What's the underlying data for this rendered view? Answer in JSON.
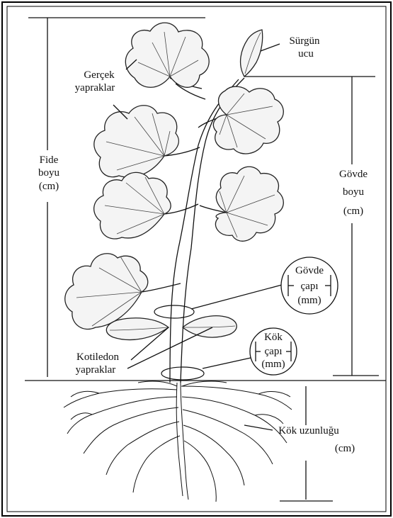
{
  "labels": {
    "shoot_tip": [
      "Sürgün",
      "ucu"
    ],
    "true_leaves": [
      "Gerçek",
      "yapraklar"
    ],
    "seedling_height": [
      "Fide",
      "boyu",
      "(cm)"
    ],
    "stem_height": [
      "Gövde",
      "boyu",
      "(cm)"
    ],
    "stem_diameter": [
      "Gövde",
      "çapı",
      "(mm)"
    ],
    "root_diameter": [
      "Kök",
      "çapı",
      "(mm)"
    ],
    "cotyledon_leaves": [
      "Kotiledon",
      "yapraklar"
    ],
    "root_length": [
      "Kök uzunluğu",
      "(cm)"
    ]
  },
  "colors": {
    "ink": "#111111",
    "leaf_fill": "#f4f4f4",
    "background": "#ffffff"
  }
}
